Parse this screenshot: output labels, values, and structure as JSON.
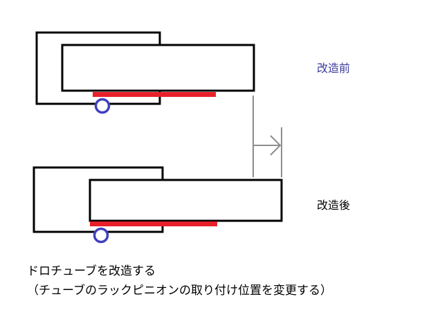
{
  "labels": {
    "before": "改造前",
    "after": "改造後"
  },
  "caption": {
    "line1": "ドロチューブを改造する",
    "line2": "（チューブのラックピニオンの取り付け位置を変更する）"
  },
  "colors": {
    "outline": "#000000",
    "rack": "#e8202a",
    "pinion": "#3f3fbf",
    "arrow": "#8c8c8c",
    "label_before": "#3a3a9c"
  }
}
